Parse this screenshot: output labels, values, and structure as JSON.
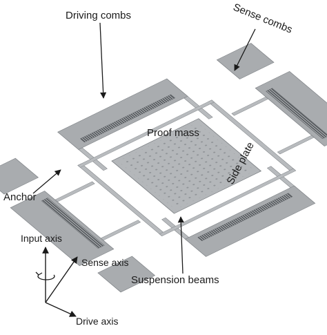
{
  "labels": {
    "driving_combs": "Driving combs",
    "sense_combs": "Sense combs",
    "proof_mass": "Proof mass",
    "side_plate": "Side plate",
    "anchor": "Anchor",
    "suspension_beams": "Suspension beams",
    "input_axis": "Input axis",
    "sense_axis": "Sense axis",
    "drive_axis": "Drive axis"
  },
  "colors": {
    "plate": "#a9acaf",
    "plate_edge": "#7d8185",
    "plate_shadow": "#8a8e92",
    "comb": "#5b5f63",
    "beam": "#b8bbbe",
    "dots": "#8e9296",
    "ink": "#1a1a1a"
  }
}
